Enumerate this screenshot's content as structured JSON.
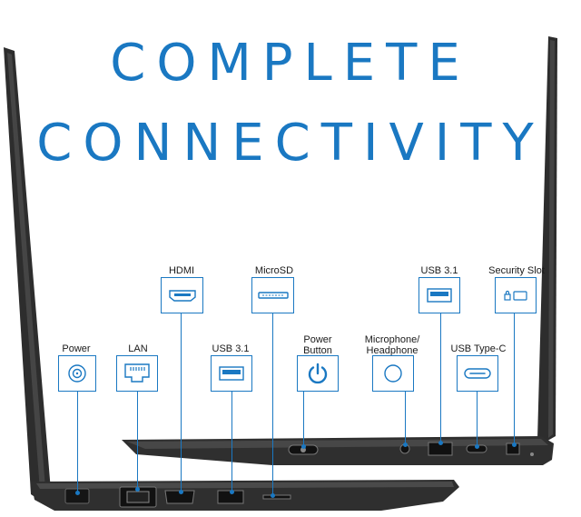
{
  "headline": {
    "line1": "COMPLETE",
    "line2": "CONNECTIVITY"
  },
  "colors": {
    "accent": "#1a78c2",
    "laptop": "#2b2b2b"
  },
  "ports_front": [
    {
      "label": "Power",
      "icon": "power-jack-icon"
    },
    {
      "label": "LAN",
      "icon": "ethernet-icon"
    },
    {
      "label": "HDMI",
      "icon": "hdmi-icon"
    },
    {
      "label": "USB 3.1",
      "icon": "usb-a-icon"
    },
    {
      "label": "MicroSD",
      "icon": "microsd-slot-icon"
    }
  ],
  "ports_rear": [
    {
      "label_line1": "Power",
      "label_line2": "Button",
      "icon": "power-button-icon"
    },
    {
      "label_line1": "Microphone/",
      "label_line2": "Headphone",
      "icon": "audio-jack-icon"
    },
    {
      "label": "USB 3.1",
      "icon": "usb-a-icon"
    },
    {
      "label": "USB Type-C",
      "icon": "usb-c-icon"
    },
    {
      "label": "Security Slot",
      "icon": "lock-slot-icon"
    }
  ]
}
